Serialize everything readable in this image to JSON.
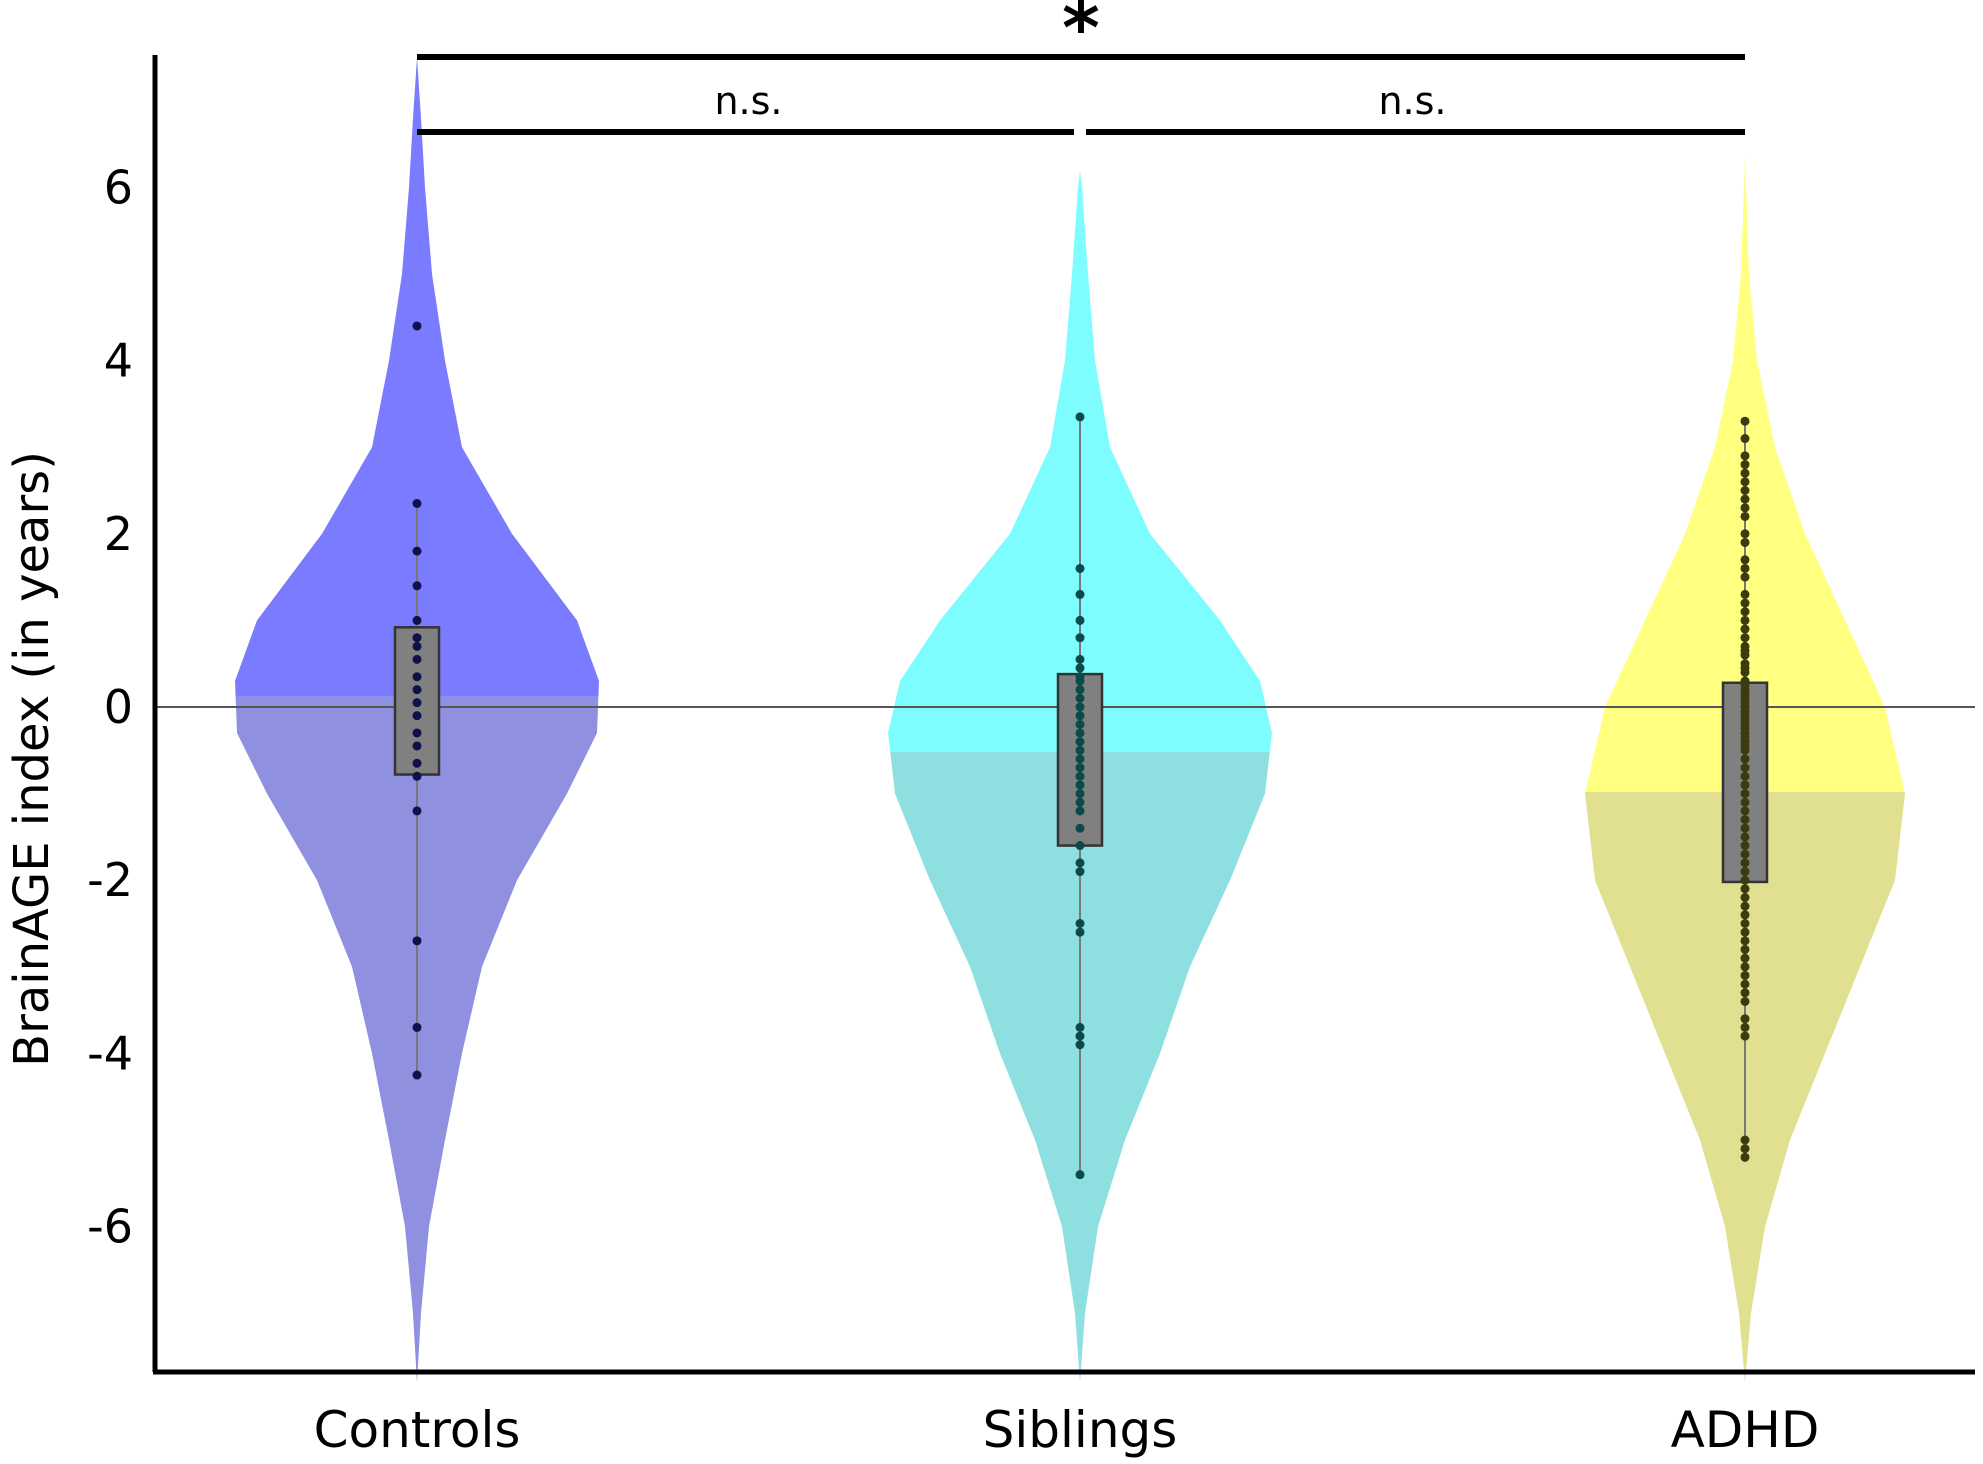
{
  "chart_data": {
    "type": "violin",
    "title": "",
    "ylabel": "BrainAGE index (in years)",
    "xlabel": "",
    "ylim": [
      -7.8,
      7.5
    ],
    "yticks": [
      -6,
      -4,
      -2,
      0,
      2,
      4,
      6
    ],
    "yticklabels": [
      "-6",
      "-4",
      "-2",
      "0",
      "2",
      "4",
      "6"
    ],
    "reference_line": 0,
    "categories": [
      "Controls",
      "Siblings",
      "ADHD"
    ],
    "series": [
      {
        "category": "Controls",
        "color": "#7b7bff",
        "lower_color": "#9090e0",
        "mean": 0.12,
        "q1": -0.78,
        "q3": 0.92,
        "whisker_low": -4.3,
        "whisker_high": 2.35,
        "density_profile": [
          [
            -7.8,
            0
          ],
          [
            -7,
            4
          ],
          [
            -6,
            12
          ],
          [
            -5,
            28
          ],
          [
            -4,
            45
          ],
          [
            -3,
            65
          ],
          [
            -2,
            100
          ],
          [
            -1,
            150
          ],
          [
            -0.3,
            180
          ],
          [
            0.3,
            182
          ],
          [
            1,
            160
          ],
          [
            2,
            95
          ],
          [
            3,
            45
          ],
          [
            4,
            28
          ],
          [
            5,
            15
          ],
          [
            6,
            8
          ],
          [
            6.8,
            4
          ],
          [
            7.5,
            0
          ]
        ],
        "points": [
          4.4,
          2.35,
          1.8,
          1.4,
          1.0,
          0.8,
          0.7,
          0.55,
          0.35,
          0.2,
          0.05,
          -0.1,
          -0.3,
          -0.45,
          -0.65,
          -0.8,
          -1.2,
          -2.7,
          -3.7,
          -4.25
        ]
      },
      {
        "category": "Siblings",
        "color": "#7dfdff",
        "lower_color": "#8ee0e0",
        "mean": -0.52,
        "q1": -1.6,
        "q3": 0.38,
        "whisker_low": -5.4,
        "whisker_high": 3.35,
        "density_profile": [
          [
            -7.8,
            0
          ],
          [
            -7,
            5
          ],
          [
            -6,
            18
          ],
          [
            -5,
            45
          ],
          [
            -4,
            80
          ],
          [
            -3,
            110
          ],
          [
            -2,
            150
          ],
          [
            -1,
            185
          ],
          [
            -0.3,
            192
          ],
          [
            0.3,
            180
          ],
          [
            1,
            140
          ],
          [
            2,
            70
          ],
          [
            3,
            30
          ],
          [
            4,
            15
          ],
          [
            5,
            8
          ],
          [
            6,
            2
          ],
          [
            6.2,
            0
          ]
        ],
        "points": [
          3.35,
          1.6,
          1.3,
          1.0,
          0.8,
          0.55,
          0.45,
          0.35,
          0.3,
          0.2,
          0.1,
          0.0,
          -0.1,
          -0.2,
          -0.3,
          -0.4,
          -0.5,
          -0.6,
          -0.7,
          -0.8,
          -0.9,
          -1.0,
          -1.1,
          -1.2,
          -1.4,
          -1.6,
          -1.8,
          -1.9,
          -2.5,
          -2.6,
          -3.7,
          -3.8,
          -3.9,
          -5.4
        ]
      },
      {
        "category": "ADHD",
        "color": "#ffff80",
        "lower_color": "#e0e090",
        "mean": -0.98,
        "q1": -2.02,
        "q3": 0.28,
        "whisker_low": -5.2,
        "whisker_high": 3.3,
        "density_profile": [
          [
            -7.8,
            0
          ],
          [
            -7,
            6
          ],
          [
            -6,
            20
          ],
          [
            -5,
            45
          ],
          [
            -4,
            80
          ],
          [
            -3,
            115
          ],
          [
            -2,
            150
          ],
          [
            -1,
            160
          ],
          [
            0,
            140
          ],
          [
            1,
            100
          ],
          [
            2,
            60
          ],
          [
            3,
            30
          ],
          [
            4,
            12
          ],
          [
            5,
            4
          ],
          [
            6,
            1
          ],
          [
            6.4,
            0
          ]
        ],
        "points": [
          3.3,
          3.1,
          2.9,
          2.8,
          2.7,
          2.6,
          2.5,
          2.4,
          2.3,
          2.2,
          2.0,
          1.9,
          1.7,
          1.6,
          1.5,
          1.3,
          1.2,
          1.1,
          1.0,
          0.9,
          0.8,
          0.7,
          0.65,
          0.6,
          0.5,
          0.45,
          0.4,
          0.3,
          0.25,
          0.2,
          0.15,
          0.1,
          0.05,
          0.0,
          -0.05,
          -0.1,
          -0.15,
          -0.2,
          -0.25,
          -0.3,
          -0.35,
          -0.4,
          -0.45,
          -0.5,
          -0.6,
          -0.7,
          -0.8,
          -0.9,
          -1.0,
          -1.1,
          -1.2,
          -1.3,
          -1.4,
          -1.5,
          -1.6,
          -1.7,
          -1.8,
          -1.9,
          -2.0,
          -2.1,
          -2.2,
          -2.3,
          -2.4,
          -2.5,
          -2.6,
          -2.7,
          -2.8,
          -2.9,
          -3.0,
          -3.1,
          -3.2,
          -3.3,
          -3.4,
          -3.6,
          -3.7,
          -3.8,
          -5.0,
          -5.1,
          -5.2
        ]
      }
    ],
    "significance": [
      {
        "from": "Controls",
        "to": "Siblings",
        "label": "n.s."
      },
      {
        "from": "Siblings",
        "to": "ADHD",
        "label": "n.s."
      },
      {
        "from": "Controls",
        "to": "ADHD",
        "label": "*"
      }
    ]
  }
}
